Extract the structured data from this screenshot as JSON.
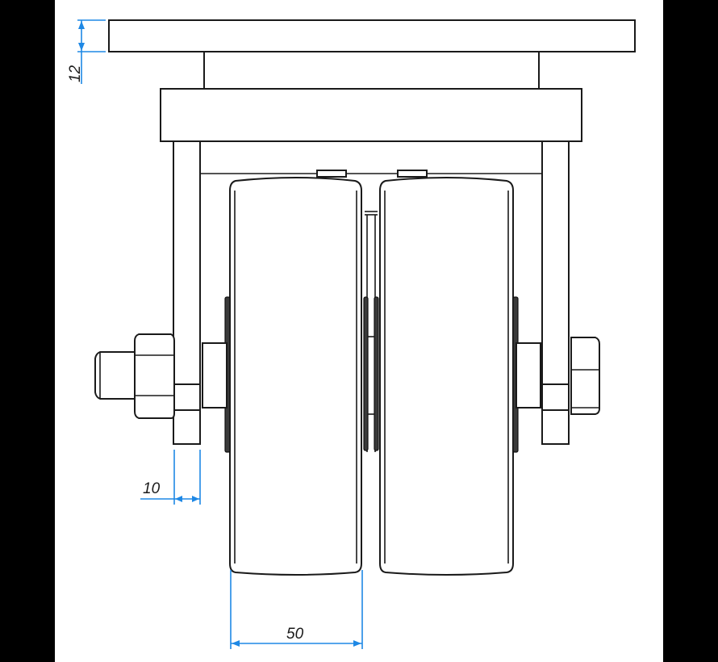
{
  "drawing": {
    "subject": "double-wheel swivel caster, front view",
    "background_color": "#000000",
    "sheet_color": "#ffffff",
    "line_color": "#1a1a1a",
    "dimension_color": "#1e88e5"
  },
  "dimensions": {
    "top_plate_thickness": {
      "label": "12",
      "orientation": "vertical"
    },
    "fork_leg_thickness": {
      "label": "10",
      "orientation": "horizontal"
    },
    "wheel_width": {
      "label": "50",
      "orientation": "horizontal"
    }
  }
}
